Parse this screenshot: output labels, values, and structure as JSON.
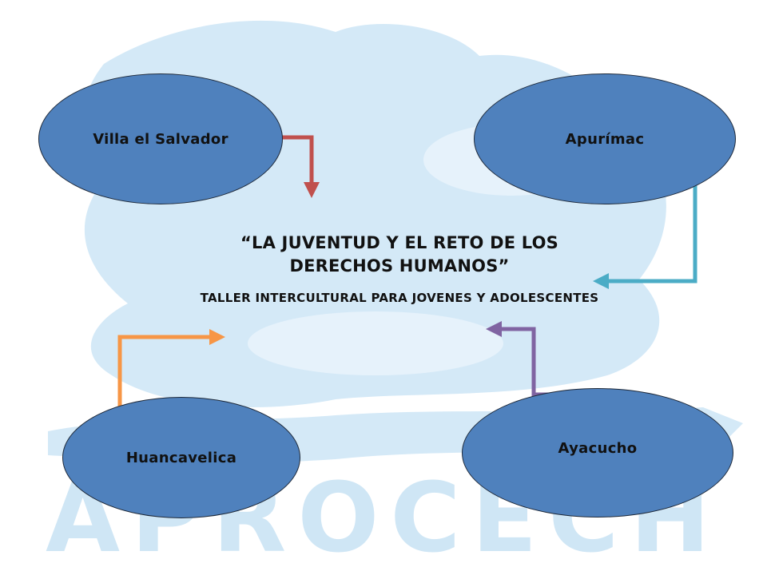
{
  "title": "“LA JUVENTUD Y EL RETO DE LOS DERECHOS HUMANOS”",
  "subtitle": "TALLER INTERCULTURAL PARA JOVENES Y ADOLESCENTES",
  "watermark_text": "APROCECH",
  "nodes": [
    {
      "id": "villa",
      "label": "Villa el Salvador",
      "arrow_color": "#c0504d"
    },
    {
      "id": "apurimac",
      "label": "Apurímac",
      "arrow_color": "#4bacc6"
    },
    {
      "id": "huancavelica",
      "label": "Huancavelica",
      "arrow_color": "#f79646"
    },
    {
      "id": "ayacucho",
      "label": "Ayacucho",
      "arrow_color": "#8064a2"
    }
  ],
  "colors": {
    "node_fill": "#4f81bd",
    "node_border": "#1f2a3a",
    "watermark": "#cfe6f5",
    "text": "#111111"
  }
}
